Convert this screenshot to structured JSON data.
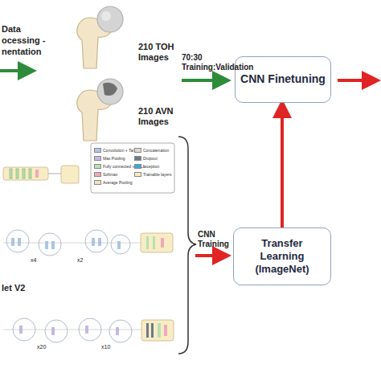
{
  "diagram": {
    "nodes": [
      {
        "text": [
          "CNN Finetuning"
        ]
      },
      {
        "text": [
          "Transfer Learning (ImageNet)"
        ]
      }
    ],
    "edges": [
      {
        "from": 1,
        "to": 0,
        "arrow": "to"
      }
    ],
    "labels": [
      "Data",
      "ocessing -",
      "nentation",
      "210 TOH Images",
      "210 AVN Images",
      "70:30 Training:Validation",
      "CNN Training",
      "x4",
      "x2",
      "let V2",
      "x20",
      "x10"
    ],
    "legend": [
      {
        "text": "Convolution + Tanh",
        "color": "#a9c7e8"
      },
      {
        "text": "Max Pooling",
        "color": "#c7b8e0"
      },
      {
        "text": "Fully connected + ReLu",
        "color": "#b9e0b0"
      },
      {
        "text": "Softmax",
        "color": "#f0a8b8"
      },
      {
        "text": "Average Pooling",
        "color": "#f2e2b8"
      },
      {
        "text": "Concatenation",
        "color": "#d9d9d9"
      },
      {
        "text": "Dropout",
        "color": "#6e7a8a"
      },
      {
        "text": "Inception",
        "color": "#3fa9d8"
      },
      {
        "text": "Trainable layers",
        "color": "#f7ecc4"
      }
    ]
  }
}
